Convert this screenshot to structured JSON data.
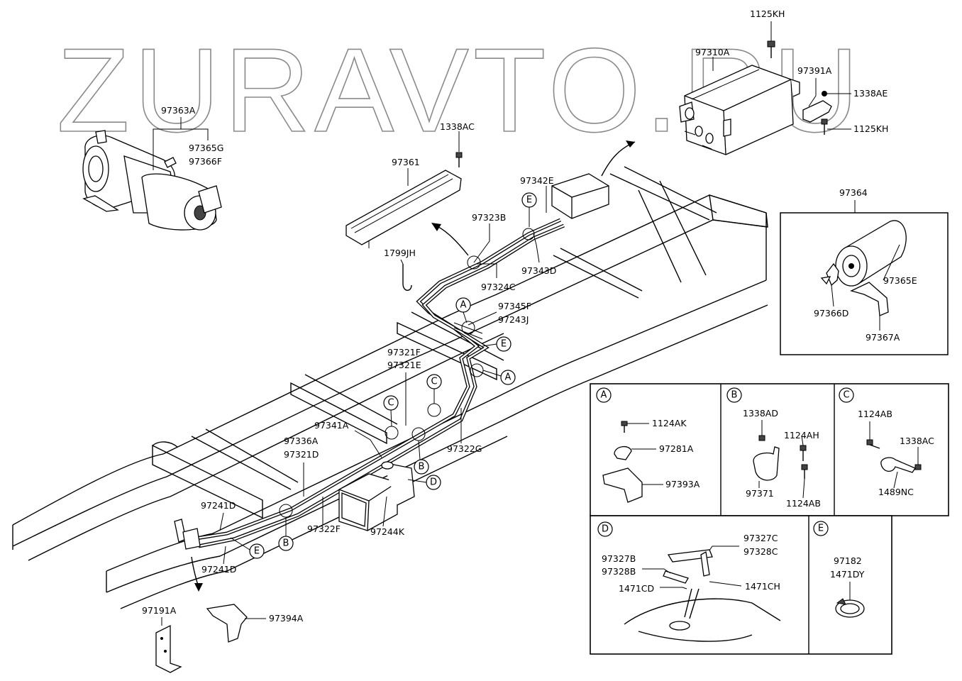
{
  "watermark": "ZURAVTO.RU",
  "part_labels": {
    "p97363A": "97363A",
    "p97365G": "97365G",
    "p97366F": "97366F",
    "p1338AC_top": "1338AC",
    "p97361": "97361",
    "p1799JH": "1799JH",
    "p97342E": "97342E",
    "p97323B": "97323B",
    "p97343D": "97343D",
    "p97324C": "97324C",
    "p97345F": "97345F",
    "p97243J": "97243J",
    "p97321F": "97321F",
    "p97321E": "97321E",
    "p97341A": "97341A",
    "p97336A": "97336A",
    "p97321D": "97321D",
    "p97322G": "97322G",
    "p97322F": "97322F",
    "p97244K": "97244K",
    "p97241D_top": "97241D",
    "p97241D_bot": "97241D",
    "p97191A": "97191A",
    "p97394A": "97394A",
    "p1125KH_top": "1125KH",
    "p97310A": "97310A",
    "p97391A": "97391A",
    "p1338AE": "1338AE",
    "p1125KH_bot": "1125KH",
    "p97364": "97364",
    "p97365E": "97365E",
    "p97366D": "97366D",
    "p97367A": "97367A"
  },
  "callout_letters": {
    "a": "A",
    "b": "B",
    "c": "C",
    "d": "D",
    "e": "E"
  },
  "detail_panels": {
    "A": {
      "letter": "A",
      "labels": [
        "1124AK",
        "97281A",
        "97393A"
      ]
    },
    "B": {
      "letter": "B",
      "labels": [
        "1338AD",
        "1124AH",
        "97371",
        "1124AB"
      ]
    },
    "C": {
      "letter": "C",
      "labels": [
        "1124AB",
        "1338AC",
        "1489NC"
      ]
    },
    "D": {
      "letter": "D",
      "labels": [
        "97327C",
        "97328C",
        "97327B",
        "97328B",
        "1471CD",
        "1471CH"
      ]
    },
    "E": {
      "letter": "E",
      "labels": [
        "97182",
        "1471DY"
      ]
    }
  }
}
